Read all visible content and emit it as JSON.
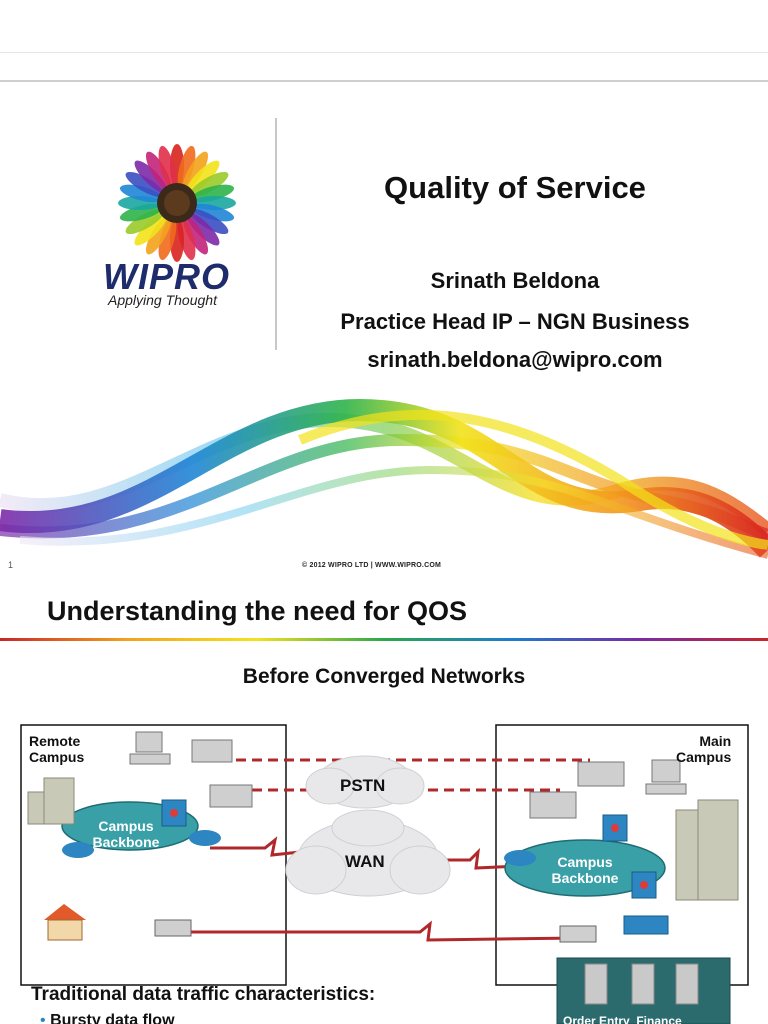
{
  "slide1": {
    "title": "Quality of Service",
    "presenter_name": "Srinath Beldona",
    "presenter_role": "Practice Head IP – NGN Business",
    "presenter_email": "srinath.beldona@wipro.com",
    "brand": "WIPRO",
    "tagline": "Applying Thought",
    "slide_number": "1",
    "footer": "© 2012 WIPRO LTD | WWW.WIPRO.COM"
  },
  "slide2": {
    "title": "Understanding the need for QOS",
    "subtitle": "Before Converged Networks",
    "diagram": {
      "remote_campus": "Remote\nCampus",
      "main_campus": "Main\nCampus",
      "pstn": "PSTN",
      "wan": "WAN",
      "campus_backbone_left": "Campus\nBackbone",
      "campus_backbone_right": "Campus\nBackbone",
      "server_farm_label": "Order Entry  Finance"
    },
    "traditional_heading": "Traditional data traffic characteristics:",
    "bullets": [
      "Bursty data flow"
    ]
  },
  "colors": {
    "divider": "#d0d0d0",
    "link_red": "#b0282a",
    "campus_teal": "#3aa0a8",
    "server_farm": "#2b6b6e"
  }
}
